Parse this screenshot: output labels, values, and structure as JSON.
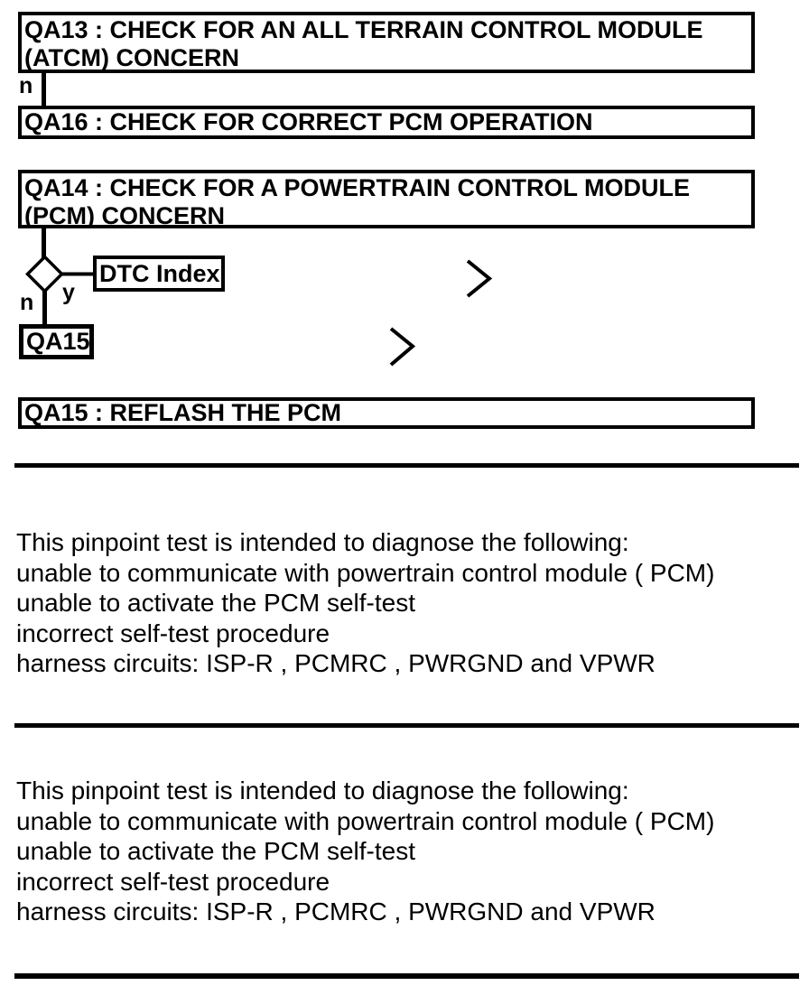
{
  "colors": {
    "ink": "#000000",
    "paper": "#ffffff"
  },
  "flowchart": {
    "nodes": {
      "qa13": {
        "line1": "QA13 : CHECK FOR AN ALL TERRAIN CONTROL MODULE",
        "line2": "(ATCM) CONCERN"
      },
      "qa16": {
        "line1": "QA16 : CHECK FOR CORRECT PCM OPERATION"
      },
      "qa14": {
        "line1": "QA14 : CHECK FOR A POWERTRAIN CONTROL MODULE",
        "line2": "(PCM) CONCERN"
      },
      "dtc_index": {
        "label": "DTC Index"
      },
      "qa15_link": {
        "label": "QA15"
      },
      "qa15_reflash": {
        "line1": "QA15 : REFLASH THE PCM"
      }
    },
    "branch_labels": {
      "no_qa13": "n",
      "no_qa14": "n",
      "yes_qa14": "y"
    },
    "icons": {
      "chevron_right": ">"
    }
  },
  "sections": [
    {
      "lines": [
        "This pinpoint test is intended to diagnose the following:",
        "unable to communicate with powertrain control module ( PCM)",
        "unable to activate the PCM self-test",
        "incorrect self-test procedure",
        "harness circuits: ISP-R , PCMRC , PWRGND and VPWR"
      ]
    },
    {
      "lines": [
        "This pinpoint test is intended to diagnose the following:",
        "unable to communicate with powertrain control module ( PCM)",
        "unable to activate the PCM self-test",
        "incorrect self-test procedure",
        "harness circuits: ISP-R , PCMRC , PWRGND and VPWR"
      ]
    }
  ]
}
